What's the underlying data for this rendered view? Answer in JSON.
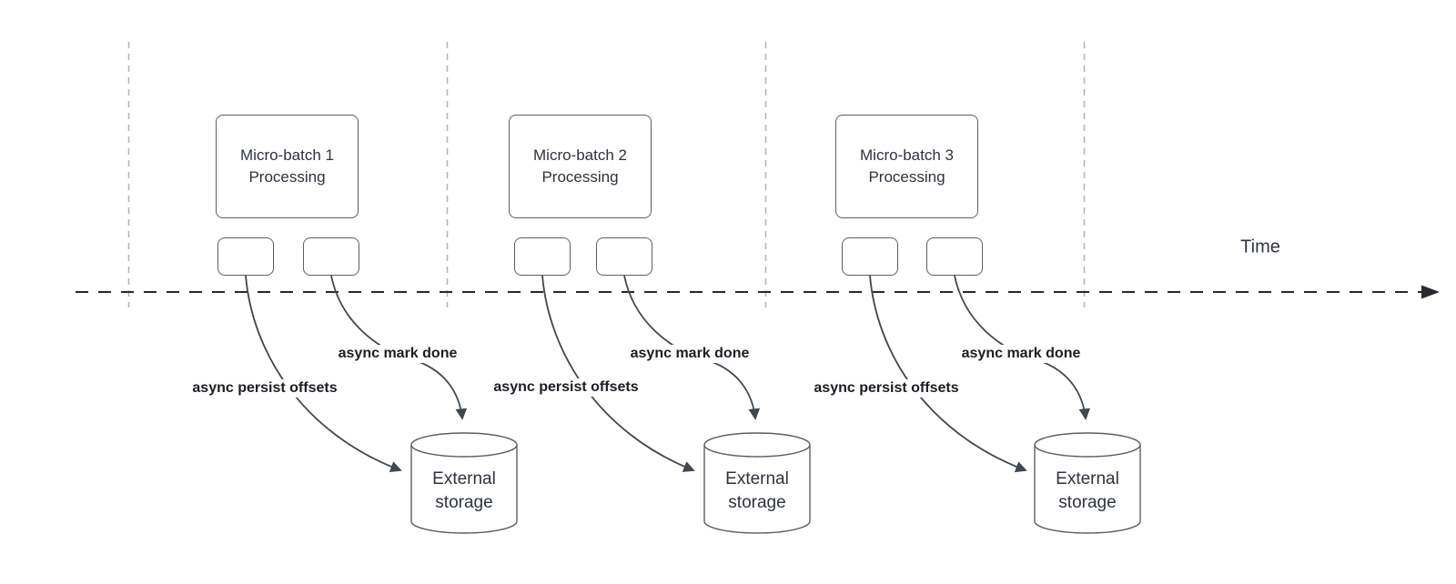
{
  "diagram": {
    "time_axis": {
      "label": "Time"
    },
    "batches": [
      {
        "title": "Micro-batch 1\nProcessing",
        "persist_label": "async persist offsets",
        "mark_done_label": "async mark done",
        "storage_label": "External\nstorage"
      },
      {
        "title": "Micro-batch 2\nProcessing",
        "persist_label": "async persist offsets",
        "mark_done_label": "async mark done",
        "storage_label": "External\nstorage"
      },
      {
        "title": "Micro-batch 3\nProcessing",
        "persist_label": "async persist offsets",
        "mark_done_label": "async mark done",
        "storage_label": "External\nstorage"
      }
    ],
    "colors": {
      "shape_stroke": "#5a6066",
      "curve_stroke": "#40474f",
      "axis_stroke": "#26292e",
      "divider_stroke": "#b4b7ba",
      "title_text": "#2e333c",
      "edge_label_text": "#1b1e24",
      "shape_fill": "#ffffff"
    }
  }
}
